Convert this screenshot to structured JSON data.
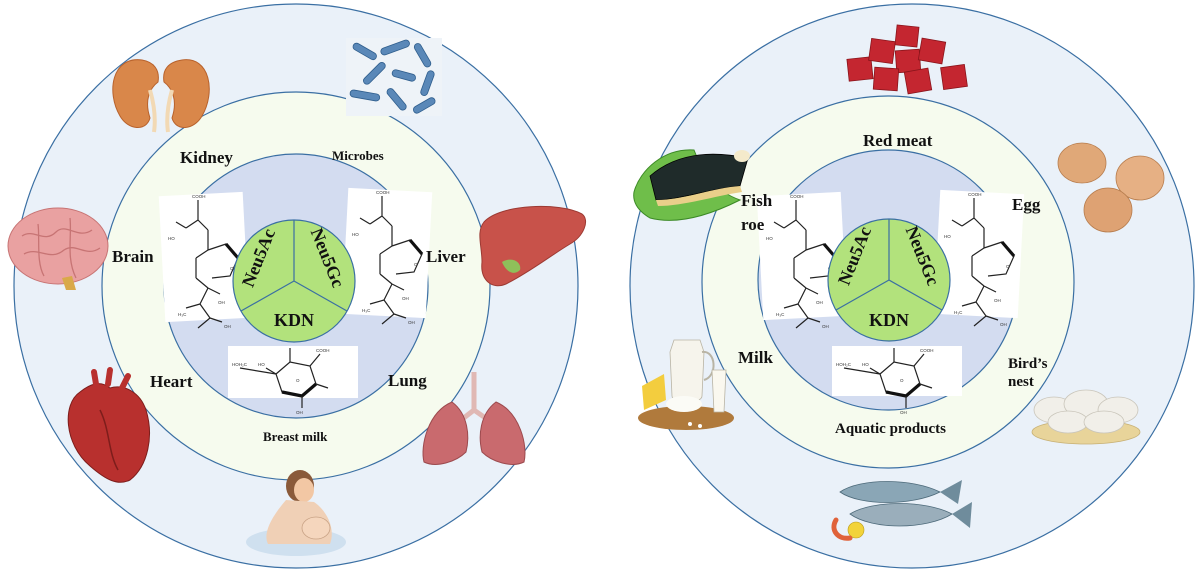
{
  "colors": {
    "outer_ring": "#eaf1f9",
    "middle_ring": "#f6fbee",
    "inner_disc": "#d3dcf0",
    "core": "#b2e27c",
    "ring_stroke": "#3a6fa3"
  },
  "left": {
    "core_sectors": [
      "Neu5Ac",
      "Neu5Gc",
      "KDN"
    ],
    "ring_labels": {
      "kidney": "Kidney",
      "microbes": "Microbes",
      "brain": "Brain",
      "liver": "Liver",
      "heart": "Heart",
      "lung": "Lung",
      "breast_milk": "Breast milk"
    },
    "icons": [
      "kidney-icon",
      "microbes-icon",
      "brain-icon",
      "liver-icon",
      "heart-icon",
      "lungs-icon",
      "breastfeeding-icon"
    ]
  },
  "right": {
    "core_sectors": [
      "Neu5Ac",
      "Neu5Gc",
      "KDN"
    ],
    "ring_labels": {
      "red_meat": "Red meat",
      "fish": "Fish",
      "roe": "roe",
      "egg": "Egg",
      "milk": "Milk",
      "birds": "Bird’s",
      "nest": "nest",
      "aquatic": "Aquatic products"
    },
    "icons": [
      "red-meat-icon",
      "fish-roe-icon",
      "egg-icon",
      "milk-icon",
      "birds-nest-icon",
      "fish-icon"
    ]
  }
}
